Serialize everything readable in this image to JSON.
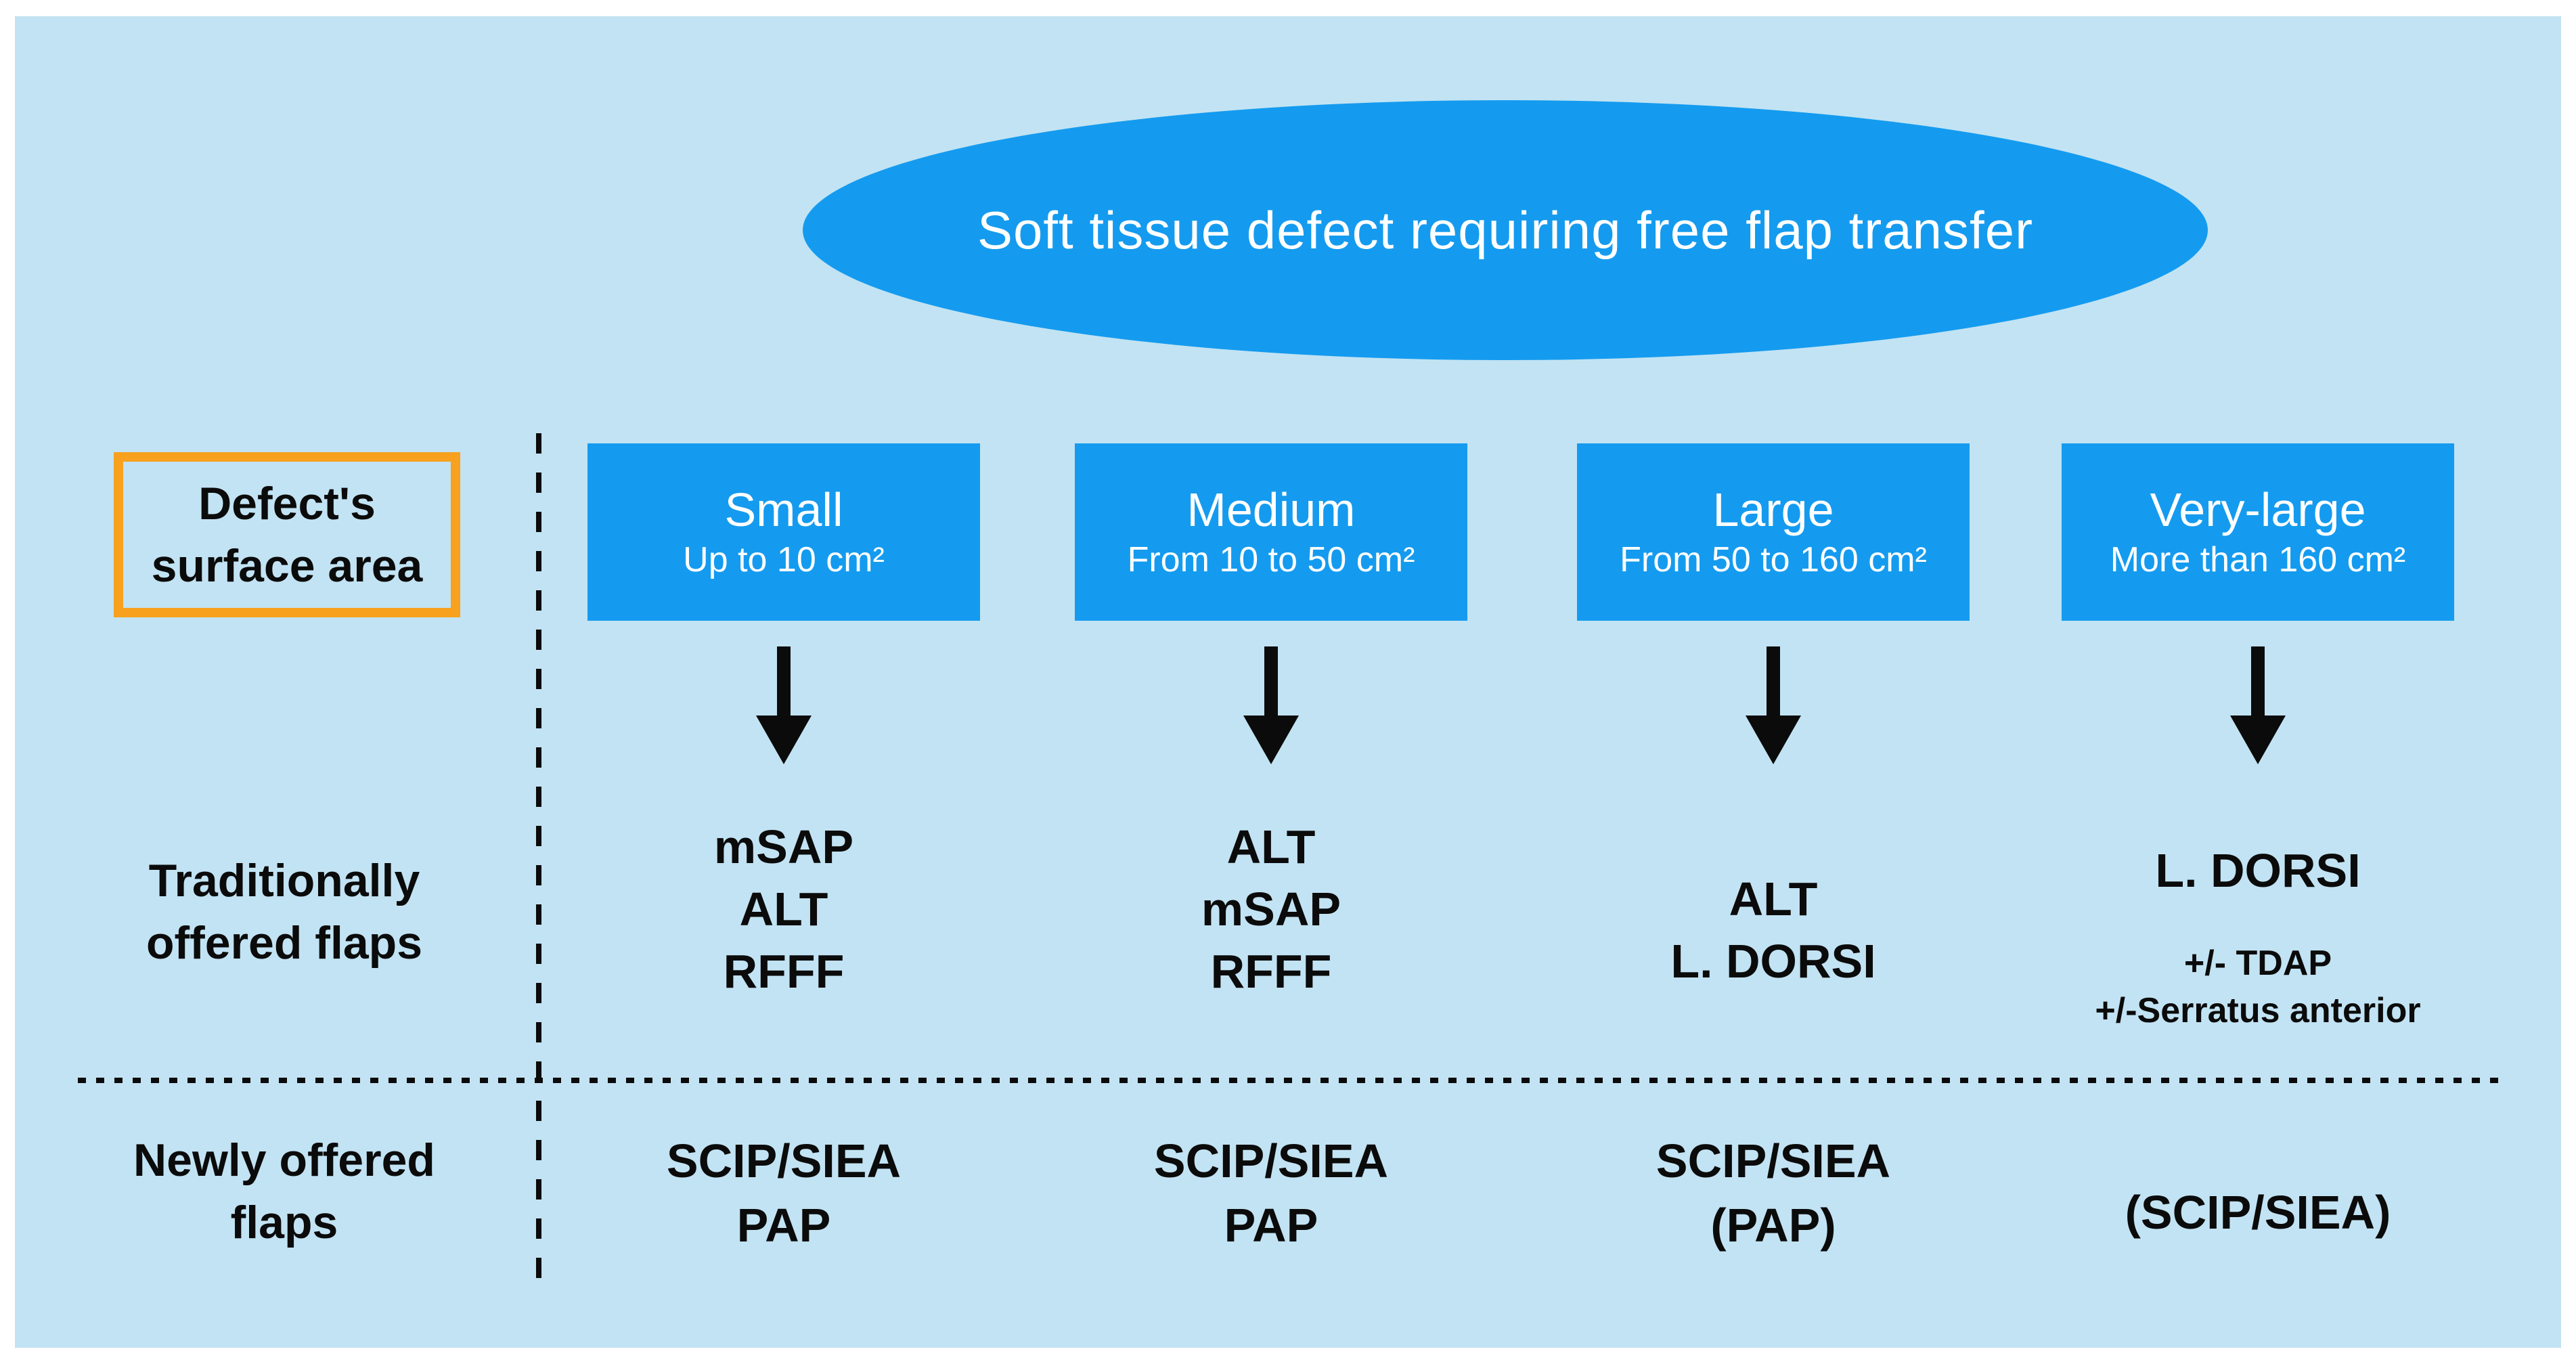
{
  "header": {
    "ellipse_label": "Soft tissue defect requiring free flap transfer"
  },
  "colors": {
    "accent_blue": "#149BEF",
    "panel_bg": "#C2E3F3",
    "orange": "#F7A11E",
    "text": "#0B0B0B"
  },
  "row_labels": {
    "defect": [
      "Defect's",
      "surface area"
    ],
    "traditional": [
      "Traditionally",
      "offered flaps"
    ],
    "newly": [
      "Newly offered",
      "flaps"
    ]
  },
  "columns": [
    {
      "title": "Small",
      "subtitle": "Up to 10 cm²",
      "traditional": [
        "mSAP",
        "ALT",
        "RFFF"
      ],
      "newly": [
        "SCIP/SIEA",
        "PAP"
      ]
    },
    {
      "title": "Medium",
      "subtitle": "From 10 to 50 cm²",
      "traditional": [
        "ALT",
        "mSAP",
        "RFFF"
      ],
      "newly": [
        "SCIP/SIEA",
        "PAP"
      ]
    },
    {
      "title": "Large",
      "subtitle": "From 50 to 160 cm²",
      "traditional": [
        "ALT",
        "L. DORSI"
      ],
      "newly": [
        "SCIP/SIEA",
        "(PAP)"
      ]
    },
    {
      "title": "Very-large",
      "subtitle": "More than 160 cm²",
      "traditional": [
        "L. DORSI"
      ],
      "traditional_secondary": [
        "+/- TDAP",
        "+/-Serratus anterior"
      ],
      "newly": [
        "(SCIP/SIEA)"
      ]
    }
  ]
}
